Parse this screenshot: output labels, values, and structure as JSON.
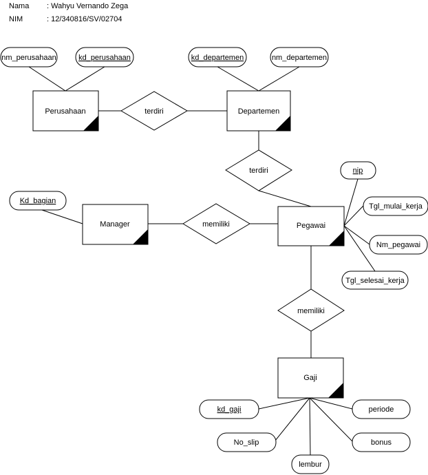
{
  "header": {
    "name_label": "Nama",
    "name_value": ": Wahyu Vernando Zega",
    "nim_label": "NIM",
    "nim_value": ": 12/340816/SV/02704"
  },
  "entities": {
    "perusahaan": "Perusahaan",
    "departemen": "Departemen",
    "manager": "Manager",
    "pegawai": "Pegawai",
    "gaji": "Gaji"
  },
  "relationships": {
    "terdiri_1": "terdiri",
    "terdiri_2": "terdiri",
    "memiliki_1": "memiliki",
    "memiliki_2": "memiliki"
  },
  "attributes": {
    "nm_perusahaan": "nm_perusahaan",
    "kd_perusahaan": "kd_perusahaan",
    "kd_departemen": "kd_departemen",
    "nm_departemen": "nm_departemen",
    "kd_bagian": "Kd_bagian",
    "nip": "nip",
    "tgl_mulai_kerja": "Tgl_mulai_kerja",
    "nm_pegawai": "Nm_pegawai",
    "tgl_selesai_kerja": "Tgl_selesai_kerja",
    "kd_gaji": "kd_gaji",
    "periode": "periode",
    "no_slip": "No_slip",
    "bonus": "bonus",
    "lembur": "lembur"
  }
}
